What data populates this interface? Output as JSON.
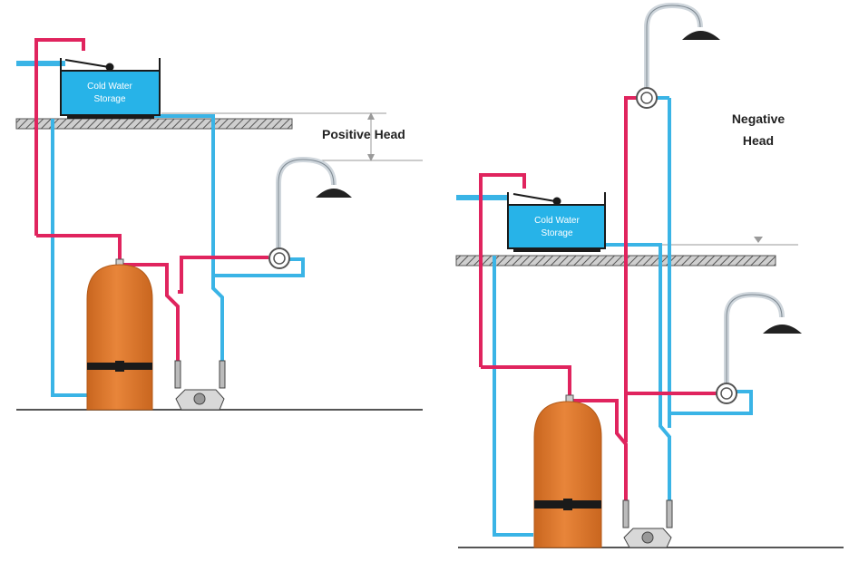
{
  "colors": {
    "hot_pipe": "#e0245e",
    "cold_pipe": "#3ab4e6",
    "tank_fill": "#27b3e8",
    "cylinder": "#e07a2c",
    "ground": "#555555",
    "guide": "#9a9a9a",
    "shower_head": "#222222"
  },
  "positive_diagram": {
    "tank_label_line1": "Cold Water",
    "tank_label_line2": "Storage",
    "head_label": "Positive Head"
  },
  "negative_diagram": {
    "tank_label_line1": "Cold Water",
    "tank_label_line2": "Storage",
    "head_label_line1": "Negative",
    "head_label_line2": "Head"
  },
  "icons": [
    "shower-head-icon",
    "mixer-valve-icon",
    "pump-icon",
    "float-valve-icon",
    "hot-water-cylinder-icon"
  ]
}
